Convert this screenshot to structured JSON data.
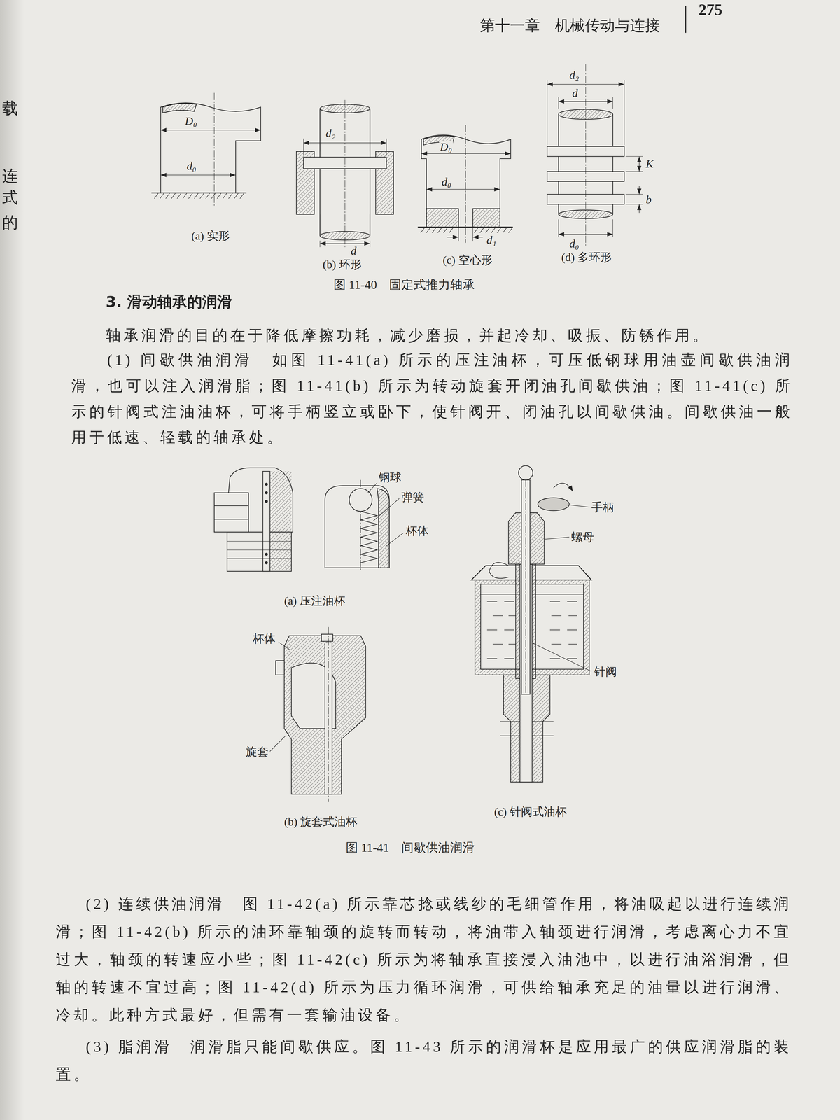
{
  "diagram": {
    "labels": [
      "载",
      "连",
      "式",
      "的",
      "第十一章　机械传动与连接",
      "275",
      "D₀",
      "d₀",
      "(a) 实形",
      "d₂",
      "d",
      "(b) 环形",
      "D₀",
      "d₀",
      "d₁",
      "(c) 空心形",
      "d₂",
      "d",
      "K",
      "b",
      "d₀",
      "(d) 多环形",
      "图 11-40　固定式推力轴承",
      "3. 滑动轴承的润滑",
      "轴承润滑的目的在于降低摩擦功耗，减少磨损，并起冷却、吸振、防锈作用。",
      "(1) 间歇供油润滑　如图 11-41(a) 所示的压注油杯，可压低钢球用油壶间歇供油润滑，也可以注入润滑脂；图 11-41(b) 所示为转动旋套开闭油孔间歇供油；图 11-41(c) 所示的针阀式注油油杯，可将手柄竖立或卧下，使针阀开、闭油孔以间歇供油。间歇供油一般用于低速、轻载的轴承处。",
      "钢球",
      "弹簧",
      "杯体",
      "(a) 压注油杯",
      "杯体",
      "旋套",
      "(b) 旋套式油杯",
      "手柄",
      "螺母",
      "针阀",
      "(c) 针阀式油杯",
      "图 11-41　间歇供油润滑",
      "(2) 连续供油润滑　图 11-42(a) 所示靠芯捻或线纱的毛细管作用，将油吸起以进行连续润滑；图 11-42(b) 所示的油环靠轴颈的旋转而转动，将油带入轴颈进行润滑，考虑离心力不宜过大，轴颈的转速应小些；图 11-42(c) 所示为将轴承直接浸入油池中，以进行油浴润滑，但轴的转速不宜过高；图 11-42(d) 所示为压力循环润滑，可供给轴承充足的油量以进行润滑、冷却。此种方式最好，但需有一套输油设备。",
      "(3) 脂润滑　润滑脂只能间歇供应。图 11-43 所示的润滑杯是应用最广的供应润滑脂的装置。"
    ]
  }
}
